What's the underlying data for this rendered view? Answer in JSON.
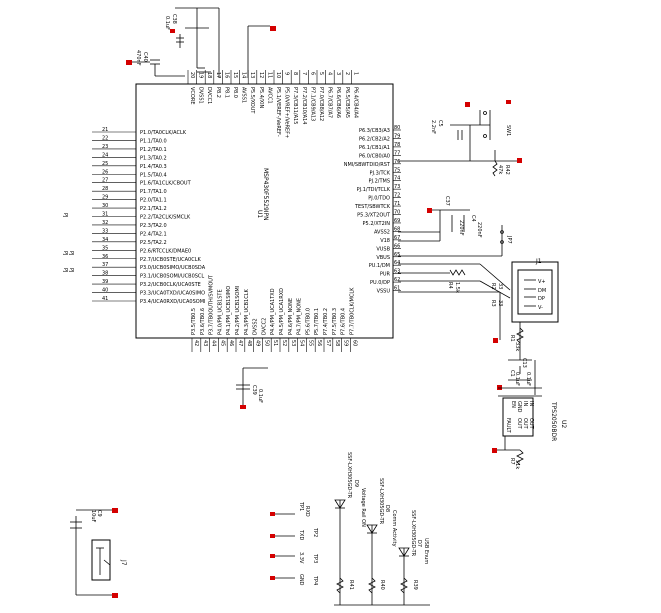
{
  "mcu": {
    "ref": "U1",
    "part": "MSP430F5529IPN",
    "left_pins": [
      {
        "num": "21",
        "name": "P1.0/TA0CLK/ACLK"
      },
      {
        "num": "22",
        "name": "P1.1/TA0.0"
      },
      {
        "num": "23",
        "name": "P1.2/TA0.1"
      },
      {
        "num": "24",
        "name": "P1.3/TA0.2"
      },
      {
        "num": "25",
        "name": "P1.4/TA0.3"
      },
      {
        "num": "26",
        "name": "P1.5/TA0.4"
      },
      {
        "num": "27",
        "name": "P1.6/TA1CLK/CBOUT"
      },
      {
        "num": "28",
        "name": "P1.7/TA1.0"
      },
      {
        "num": "29",
        "name": "P2.0/TA1.1"
      },
      {
        "num": "30",
        "name": "P2.1/TA1.2"
      },
      {
        "num": "31",
        "name": "P2.2/TA2CLK/SMCLK"
      },
      {
        "num": "32",
        "name": "P2.3/TA2.0"
      },
      {
        "num": "33",
        "name": "P2.4/TA2.1"
      },
      {
        "num": "34",
        "name": "P2.5/TA2.2"
      },
      {
        "num": "35",
        "name": "P2.6/RTCCLK/DMAE0"
      },
      {
        "num": "36",
        "name": "P2.7/UCB0STE/UCA0CLK"
      },
      {
        "num": "37",
        "name": "P3.0/UCB0SIMO/UCB0SDA"
      },
      {
        "num": "38",
        "name": "P3.1/UCB0SOMI/UCB0SCL"
      },
      {
        "num": "39",
        "name": "P3.2/UCB0CLK/UCA0STE"
      },
      {
        "num": "40",
        "name": "P3.3/UCA0TXD/UCA0SIMO"
      },
      {
        "num": "41",
        "name": "P3.4/UCA0RXD/UCA0SOMI"
      }
    ],
    "right_pins": [
      {
        "num": "80",
        "name": "P6.3/CB3/A3"
      },
      {
        "num": "79",
        "name": "P6.2/CB2/A2"
      },
      {
        "num": "78",
        "name": "P6.1/CB1/A1"
      },
      {
        "num": "77",
        "name": "P6.0/CB0/A0"
      },
      {
        "num": "76",
        "name": "NMI/SBWTDIO/RST"
      },
      {
        "num": "75",
        "name": "PJ.3/TCK"
      },
      {
        "num": "74",
        "name": "PJ.2/TMS"
      },
      {
        "num": "73",
        "name": "PJ.1/TDI/TCLK"
      },
      {
        "num": "72",
        "name": "PJ.0/TDO"
      },
      {
        "num": "71",
        "name": "TEST/SBWTCK"
      },
      {
        "num": "70",
        "name": "P5.3/XT2OUT"
      },
      {
        "num": "69",
        "name": "P5.2/XT2IN"
      },
      {
        "num": "68",
        "name": "AVSS2"
      },
      {
        "num": "67",
        "name": "V18"
      },
      {
        "num": "66",
        "name": "VUSB"
      },
      {
        "num": "65",
        "name": "VBUS"
      },
      {
        "num": "64",
        "name": "PU.1/DM"
      },
      {
        "num": "63",
        "name": "PUR"
      },
      {
        "num": "62",
        "name": "PU.0/DP"
      },
      {
        "num": "61",
        "name": "VSSU"
      }
    ],
    "top_pins": [
      {
        "num": "20",
        "name": "VCORE"
      },
      {
        "num": "19",
        "name": "DVSS1"
      },
      {
        "num": "18",
        "name": "DVCC1"
      },
      {
        "num": "17",
        "name": "P8.2"
      },
      {
        "num": "16",
        "name": "P8.1"
      },
      {
        "num": "15",
        "name": "P8.0"
      },
      {
        "num": "14",
        "name": "AVSS1"
      },
      {
        "num": "13",
        "name": "P5.5/XOUT"
      },
      {
        "num": "12",
        "name": "P5.4/XIN"
      },
      {
        "num": "11",
        "name": "AVCC1"
      },
      {
        "num": "10",
        "name": "P5.1/VEREF-/VeREF-"
      },
      {
        "num": "9",
        "name": "P5.0/VREF+/VeREF+"
      },
      {
        "num": "8",
        "name": "P7.3/CB11/A15"
      },
      {
        "num": "7",
        "name": "P7.2/CB10/A14"
      },
      {
        "num": "6",
        "name": "P7.1/CB9/A13"
      },
      {
        "num": "5",
        "name": "P7.0/CB8/A12"
      },
      {
        "num": "4",
        "name": "P6.7/CB7/A7"
      },
      {
        "num": "3",
        "name": "P6.6/CB6/A6"
      },
      {
        "num": "2",
        "name": "P6.5/CB5/A5"
      },
      {
        "num": "1",
        "name": "P6.4/CB4/A4"
      }
    ],
    "bottom_pins": [
      {
        "num": "42",
        "name": "P3.5/TB0.5"
      },
      {
        "num": "43",
        "name": "P3.6/TB0.6"
      },
      {
        "num": "44",
        "name": "P3.7/TB0OUTH/SVMOUT"
      },
      {
        "num": "45",
        "name": "P4.0/PM_UCB1STE"
      },
      {
        "num": "46",
        "name": "P4.1/PM_UCB1SIMO"
      },
      {
        "num": "47",
        "name": "P4.2/PM_UCB1SOMI"
      },
      {
        "num": "48",
        "name": "P4.3/PM_UCB1CLK"
      },
      {
        "num": "49",
        "name": "DVSS2"
      },
      {
        "num": "50",
        "name": "DVCC2"
      },
      {
        "num": "51",
        "name": "P4.4/PM_UCA1TXD"
      },
      {
        "num": "52",
        "name": "P4.5/PM_UCA1RXD"
      },
      {
        "num": "53",
        "name": "P4.6/PM_NONE"
      },
      {
        "num": "54",
        "name": "P4.7/PM_NONE"
      },
      {
        "num": "55",
        "name": "P5.6/TB0.0"
      },
      {
        "num": "56",
        "name": "P5.7/TB0.1"
      },
      {
        "num": "57",
        "name": "P7.4/TB0.2"
      },
      {
        "num": "58",
        "name": "P7.5/TB0.3"
      },
      {
        "num": "59",
        "name": "P7.6/TB0.4"
      },
      {
        "num": "60",
        "name": "P7.7/TB0CLK/MCLK"
      }
    ]
  },
  "components": {
    "c38": {
      "ref": "C38",
      "value": "0.1uF"
    },
    "c40": {
      "ref": "C40",
      "value": "470nF"
    },
    "c5": {
      "ref": "C5",
      "value": "2.2nF"
    },
    "sw1": {
      "ref": "SW1"
    },
    "r42": {
      "ref": "R42",
      "value": "47k"
    },
    "c37": {
      "ref": "C37",
      "value": "220nF"
    },
    "c4": {
      "ref": "C4",
      "value": "220nF"
    },
    "jp7": {
      "ref": "JP7"
    },
    "r4": {
      "ref": "R4",
      "value": "1.5k"
    },
    "r2": {
      "ref": "R2",
      "value": "33"
    },
    "r3": {
      "ref": "R3",
      "value": "33"
    },
    "j1": {
      "ref": "J1",
      "pins": [
        "V+",
        "DM",
        "DP",
        "V-"
      ]
    },
    "r1": {
      "ref": "R1",
      "value": "33k"
    },
    "c1": {
      "ref": "C1",
      "value": "0.1uF"
    },
    "c13": {
      "ref": "C13",
      "value": "0.1uF"
    },
    "c39": {
      "ref": "C39",
      "value": "0.1uF"
    },
    "u2": {
      "ref": "U2",
      "part": "TPS2050BDR",
      "pins": [
        "GND",
        "IN",
        "IN",
        "EN",
        "OUT",
        "OUT",
        "OUT",
        "FAULT"
      ]
    },
    "r7": {
      "ref": "R7",
      "value": "51k"
    },
    "c9": {
      "ref": "C9",
      "value": "10uF"
    },
    "j7": {
      "ref": "J7"
    },
    "d9": {
      "ref": "D9",
      "part": "SSF-LXH305GD-TR",
      "note": "Voltage Rail ON"
    },
    "d8": {
      "ref": "D8",
      "part": "SSF-LXH305GD-TR",
      "note": "Comm Activity"
    },
    "d7": {
      "ref": "D7",
      "part": "SSF-LXH305GD-TR",
      "note": "USB Enum"
    },
    "r41": {
      "ref": "R41"
    },
    "r40": {
      "ref": "R40"
    },
    "r39": {
      "ref": "R39"
    },
    "tp1": {
      "ref": "TP1",
      "label": "RXD"
    },
    "tp2": {
      "ref": "TP2",
      "label": "TXD"
    },
    "tp3": {
      "ref": "TP3",
      "label": "3.3V"
    },
    "tp4": {
      "ref": "TP4",
      "label": "GND"
    }
  },
  "side_labels": [
    "PJ",
    "PJ",
    "PJ",
    "PJ",
    "PJ"
  ]
}
